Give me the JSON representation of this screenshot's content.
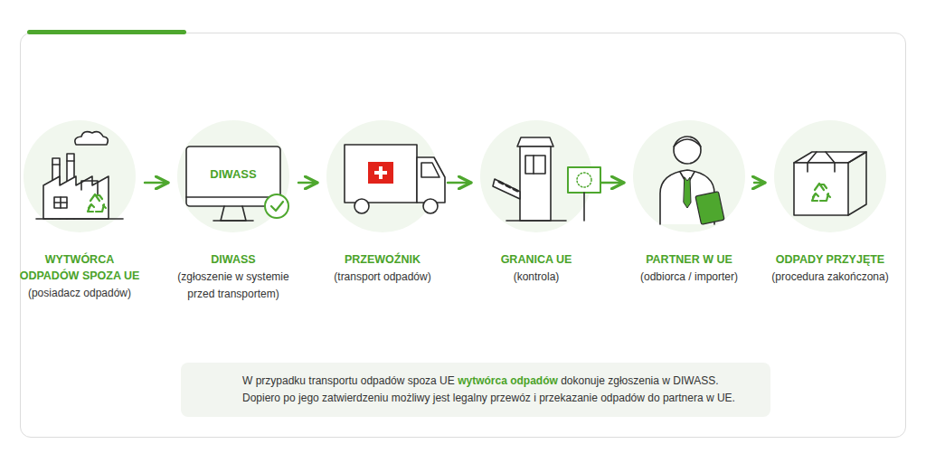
{
  "diagram": {
    "nodes": [
      {
        "text": [
          "WYTWÓRCA ODPADÓW SPOZA UE",
          "(posiadacz odpadów)"
        ]
      },
      {
        "text": [
          "DIWASS",
          "(zgłoszenie w systemie przed transportem)"
        ]
      },
      {
        "text": [
          "PRZEWOŹNIK",
          "(transport odpadów)"
        ]
      },
      {
        "text": [
          "GRANICA UE",
          "(kontrola)"
        ]
      },
      {
        "text": [
          "PARTNER W UE",
          "(odbiorca / importer)"
        ]
      },
      {
        "text": [
          "ODPADY PRZYJĘTE",
          "(procedura zakończona)"
        ]
      },
      {
        "text": [
          "W przypadku transportu odpadów spoza UE",
          "wytwórca odpadów",
          "dokonuje zgłoszenia w DIWASS. Dopiero po jego zatwierdzeniu możliwy jest legalny przewóz i przekazanie odpadów do partnera w UE."
        ]
      }
    ],
    "edges": [
      {
        "from": 0,
        "to": 1,
        "arrow": "to"
      },
      {
        "from": 1,
        "to": 2,
        "arrow": "to"
      },
      {
        "from": 2,
        "to": 3,
        "arrow": "to"
      },
      {
        "from": 3,
        "to": 4,
        "arrow": "to"
      },
      {
        "from": 4,
        "to": 5,
        "arrow": "to"
      }
    ],
    "labels": [
      "DIWASS"
    ]
  }
}
